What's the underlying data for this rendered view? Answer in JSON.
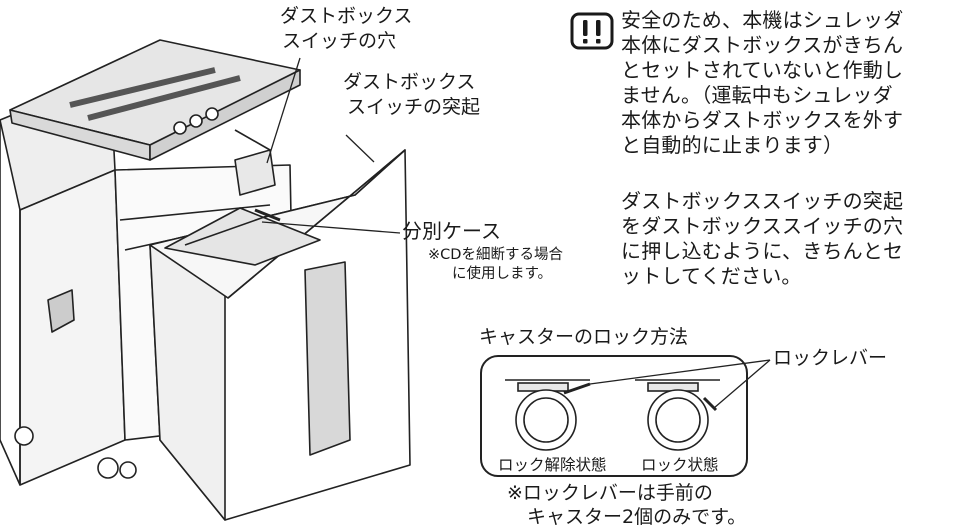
{
  "callouts": {
    "switch_hole": [
      "ダストボックス",
      "スイッチの穴"
    ],
    "switch_protrusion": [
      "ダストボックス",
      "スイッチの突起"
    ],
    "sorting_case": "分別ケース",
    "sorting_case_note": [
      "※CDを細断する場合",
      "に使用します。"
    ]
  },
  "warning": {
    "icon": "exclamation-warning-icon",
    "text": "安全のため、本機はシュレッダ\n本体にダストボックスがきちん\nとセットされていないと作動し\nません。（運転中もシュレッダ\n本体からダストボックスを外す\nと自動的に止まります）"
  },
  "instruction": {
    "text": "ダストボックススイッチの突起\nをダストボックススイッチの穴\nに押し込むように、きちんとセ\nットしてください。"
  },
  "caster": {
    "title": "キャスターのロック方法",
    "lever_label": "ロックレバー",
    "unlocked_label": "ロック解除状態",
    "locked_label": "ロック状態",
    "footnote": [
      "※ロックレバーは手前の",
      "キャスター2個のみです。"
    ]
  }
}
